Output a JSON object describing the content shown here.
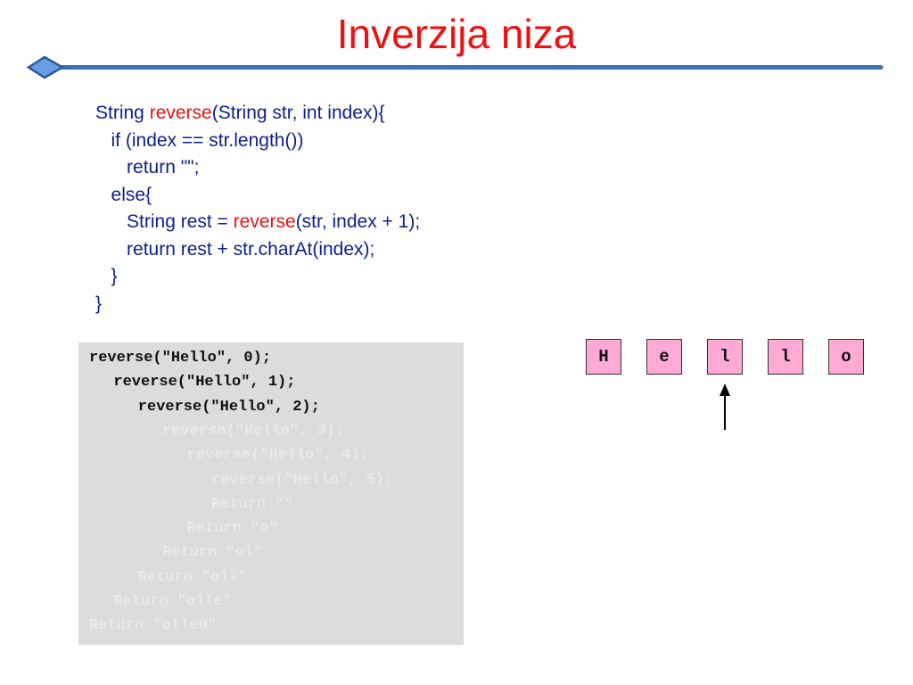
{
  "slide": {
    "title": "Inverzija niza"
  },
  "code": [
    {
      "indent": "",
      "parts": [
        {
          "text": "String ",
          "fn": false
        },
        {
          "text": "reverse",
          "fn": true
        },
        {
          "text": "(String str, int index){",
          "fn": false
        }
      ]
    },
    {
      "indent": "   ",
      "parts": [
        {
          "text": "if (index == str.length())",
          "fn": false
        }
      ]
    },
    {
      "indent": "      ",
      "parts": [
        {
          "text": "return \"\";",
          "fn": false
        }
      ]
    },
    {
      "indent": "   ",
      "parts": [
        {
          "text": "else{",
          "fn": false
        }
      ]
    },
    {
      "indent": "      ",
      "parts": [
        {
          "text": "String rest = ",
          "fn": false
        },
        {
          "text": "reverse",
          "fn": true
        },
        {
          "text": "(str, index + 1);",
          "fn": false
        }
      ]
    },
    {
      "indent": "      ",
      "parts": [
        {
          "text": "return rest + str.charAt(index);",
          "fn": false
        }
      ]
    },
    {
      "indent": "   ",
      "parts": [
        {
          "text": "}",
          "fn": false
        }
      ]
    },
    {
      "indent": "",
      "parts": [
        {
          "text": "}",
          "fn": false
        }
      ]
    }
  ],
  "trace": [
    {
      "text": "reverse(\"Hello\", 0);",
      "depth": 0,
      "visible": true
    },
    {
      "text": "reverse(\"Hello\", 1);",
      "depth": 1,
      "visible": true
    },
    {
      "text": "reverse(\"Hello\", 2);",
      "depth": 2,
      "visible": true
    },
    {
      "text": "reverse(\"Hello\", 3);",
      "depth": 3,
      "visible": false
    },
    {
      "text": "reverse(\"Hello\", 4);",
      "depth": 4,
      "visible": false
    },
    {
      "text": "reverse(\"Hello\", 5);",
      "depth": 5,
      "visible": false
    },
    {
      "text": "Return \"\"",
      "depth": 5,
      "visible": false
    },
    {
      "text": "Return \"o\"",
      "depth": 4,
      "visible": false
    },
    {
      "text": "Return \"ol\"",
      "depth": 3,
      "visible": false
    },
    {
      "text": "Return \"oll\"",
      "depth": 2,
      "visible": false
    },
    {
      "text": "Return \"olle\"",
      "depth": 1,
      "visible": false
    },
    {
      "text": "Return \"olleH\"",
      "depth": 0,
      "visible": false
    }
  ],
  "chars": [
    "H",
    "e",
    "l",
    "l",
    "o"
  ],
  "pointer_index": 2,
  "colors": {
    "title": "#ee1111",
    "code_text": "#0c1f8c",
    "keyword_fn": "#ee1111",
    "cell_fill": "#ffaad4",
    "trace_bg": "#dcdcdc",
    "rule": "#4a7fc8"
  }
}
